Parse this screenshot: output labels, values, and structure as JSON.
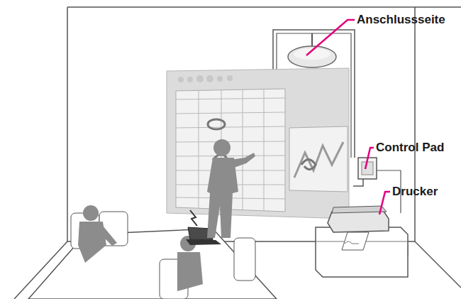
{
  "diagram": {
    "labels": [
      "Anschlussseite",
      "Control Pad",
      "Drucker"
    ]
  }
}
